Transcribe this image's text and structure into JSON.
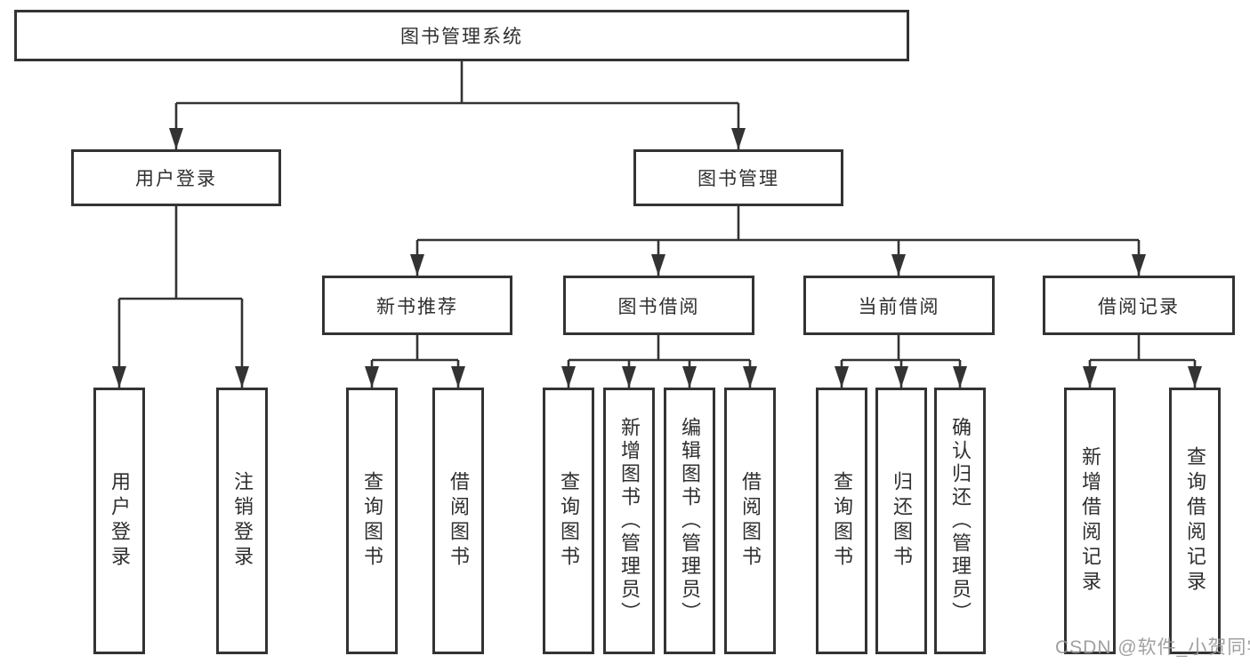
{
  "diagram": {
    "root": {
      "label": "图书管理系统"
    },
    "level2": [
      {
        "label": "用户登录"
      },
      {
        "label": "图书管理"
      }
    ],
    "level3": [
      {
        "label": "新书推荐"
      },
      {
        "label": "图书借阅"
      },
      {
        "label": "当前借阅"
      },
      {
        "label": "借阅记录"
      }
    ],
    "leaves": {
      "user_login": [
        "用户登录",
        "注销登录"
      ],
      "new_book": [
        "查询图书",
        "借阅图书"
      ],
      "book_borrow": [
        "查询图书",
        "新增图书（管理员）",
        "编辑图书（管理员）",
        "借阅图书"
      ],
      "current_borrow": [
        "查询图书",
        "归还图书",
        "确认归还（管理员）"
      ],
      "borrow_record": [
        "新增借阅记录",
        "查询借阅记录"
      ]
    }
  },
  "watermark": {
    "text": "CSDN @软件_小贺同学"
  },
  "colors": {
    "line": "#333333",
    "text": "#2f2f2f",
    "watermark": "#a0a0a0",
    "background": "#ffffff"
  }
}
